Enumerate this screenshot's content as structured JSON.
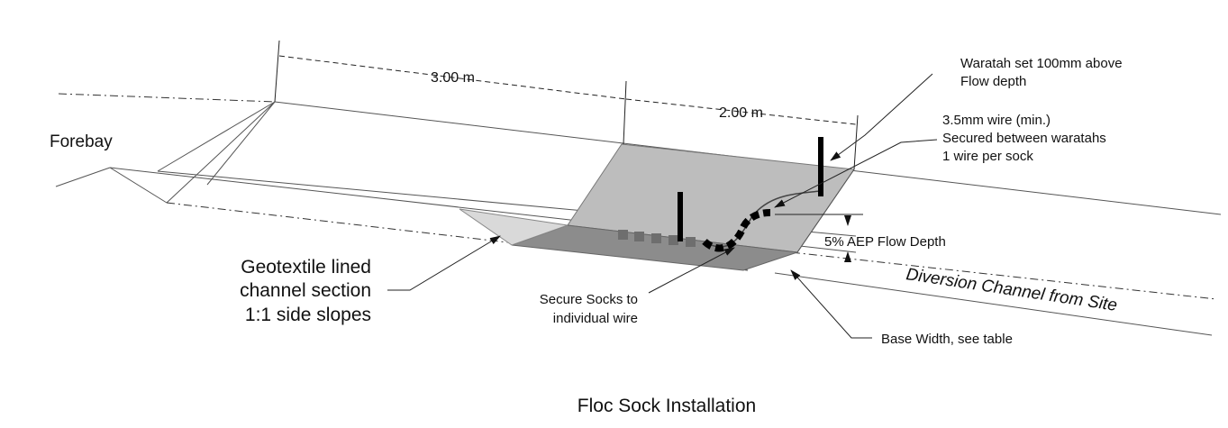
{
  "labels": {
    "forebay": "Forebay",
    "dim_3m": "3.00 m",
    "dim_2m": "2.00 m",
    "waratah_line1": "Waratah set 100mm above",
    "waratah_line2": "Flow depth",
    "wire_line1": "3.5mm wire (min.)",
    "wire_line2": "Secured between waratahs",
    "wire_line3": "1 wire per sock",
    "flow_depth": "5% AEP Flow Depth",
    "geotextile_line1": "Geotextile lined",
    "geotextile_line2": "channel section",
    "geotextile_line3": "1:1 side slopes",
    "secure_line1": "Secure Socks to",
    "secure_line2": "individual wire",
    "base_width": "Base Width, see table",
    "diversion": "Diversion Channel from Site",
    "caption": "Floc Sock Installation"
  },
  "colors": {
    "floor": "#bdbdbd",
    "channel_bed": "#8c8c8c",
    "side_slope": "#d9d9d9",
    "sock": "#6e6e6e",
    "waratah": "#000000"
  }
}
